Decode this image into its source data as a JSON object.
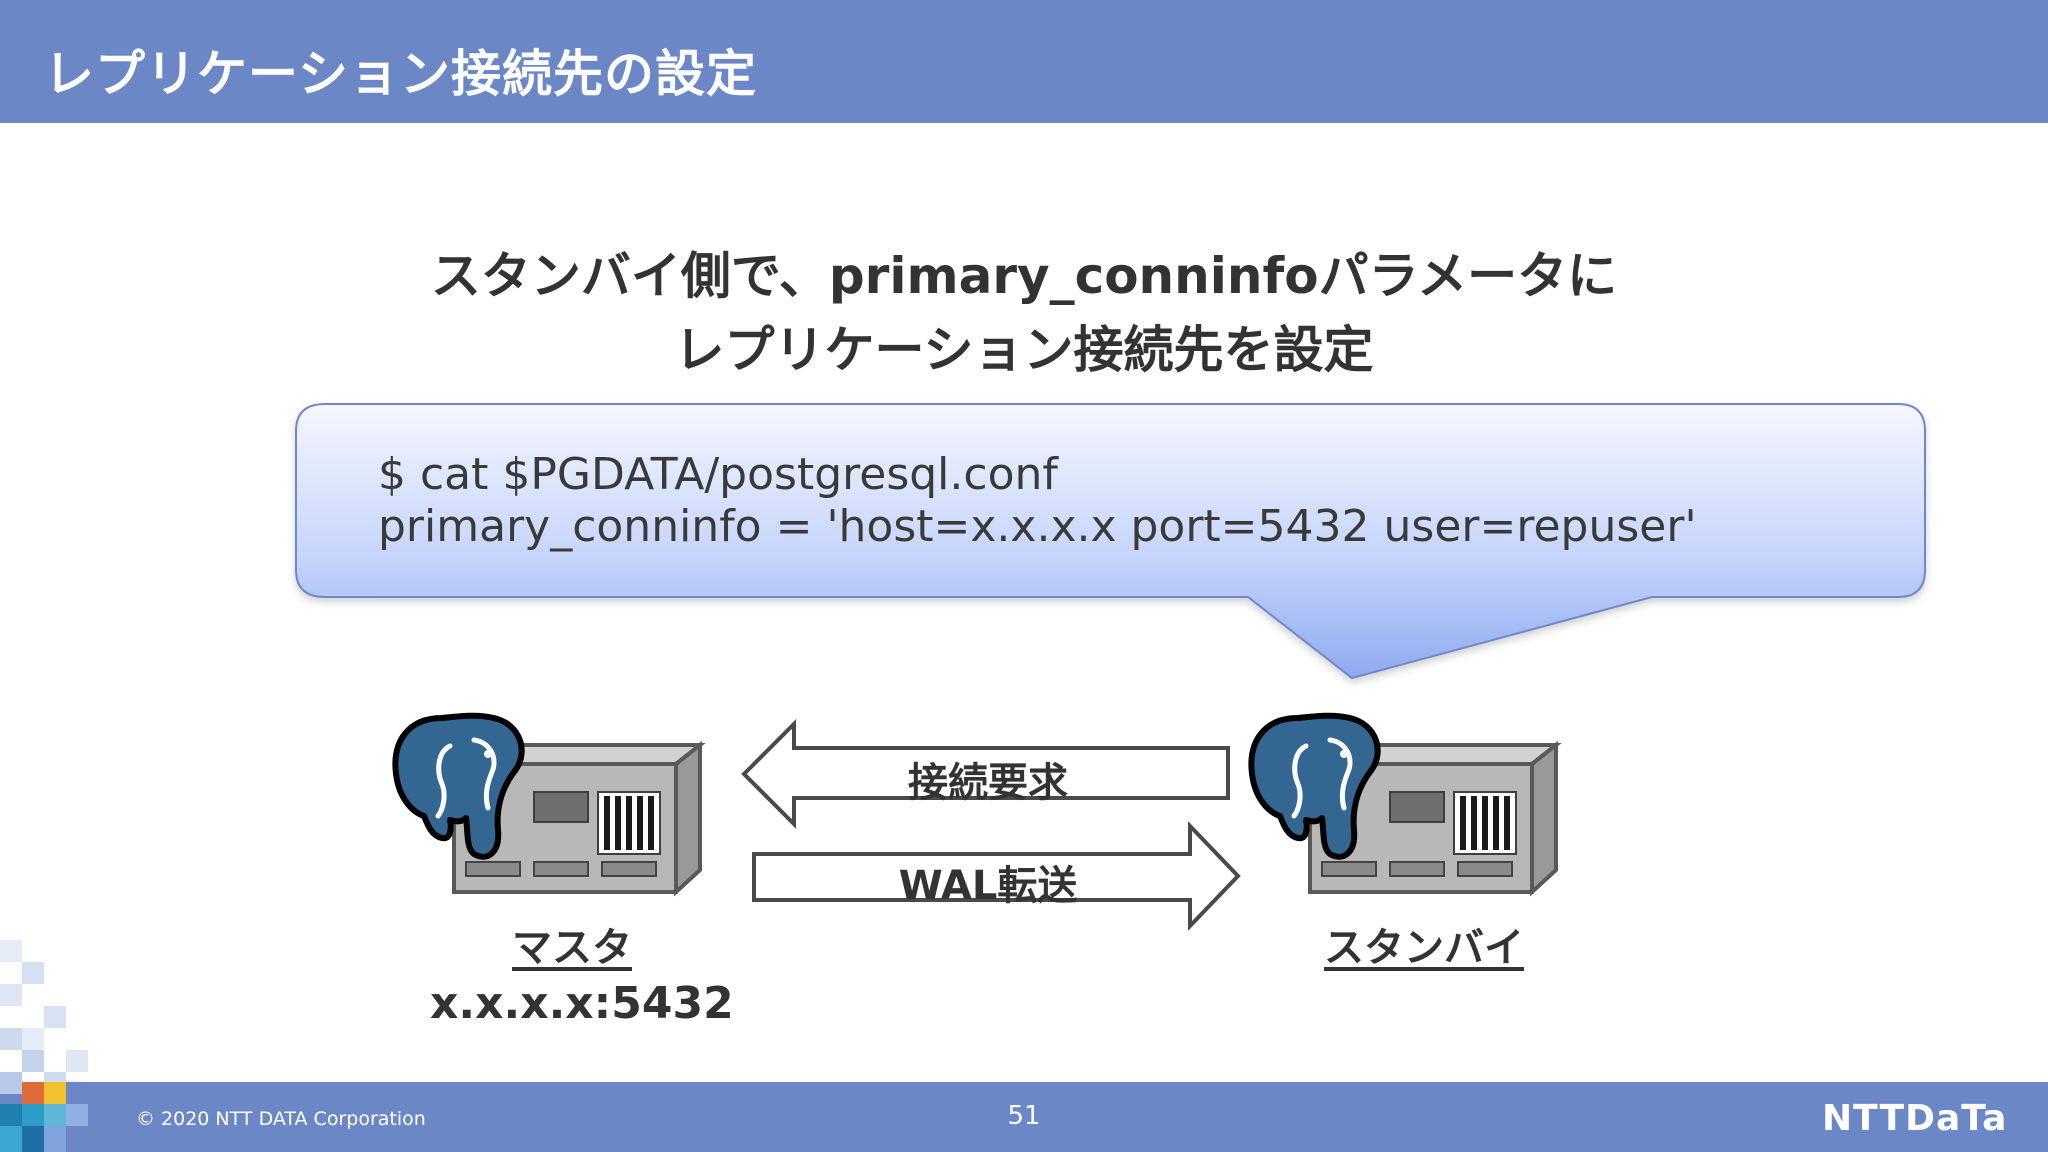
{
  "header": {
    "title": "レプリケーション接続先の設定"
  },
  "subtitle": {
    "line1": "スタンバイ側で、primary_conninfoパラメータに",
    "line2": "レプリケーション接続先を設定"
  },
  "code": {
    "line1": "$ cat $PGDATA/postgresql.conf",
    "line2": "primary_conninfo = 'host=x.x.x.x port=5432 user=repuser'"
  },
  "arrows": {
    "request_label": "接続要求",
    "wal_label": "WAL転送"
  },
  "nodes": {
    "master": {
      "label": "マスタ",
      "address": "x.x.x.x:5432"
    },
    "standby": {
      "label": "スタンバイ"
    }
  },
  "footer": {
    "copyright": "© 2020 NTT DATA Corporation",
    "page": "51",
    "logo": "NTTDaTa"
  },
  "colors": {
    "header_bg": "#6b87c6",
    "callout_top": "#f3f6ff",
    "callout_bottom": "#9fb6f0",
    "postgres_blue": "#336791"
  }
}
